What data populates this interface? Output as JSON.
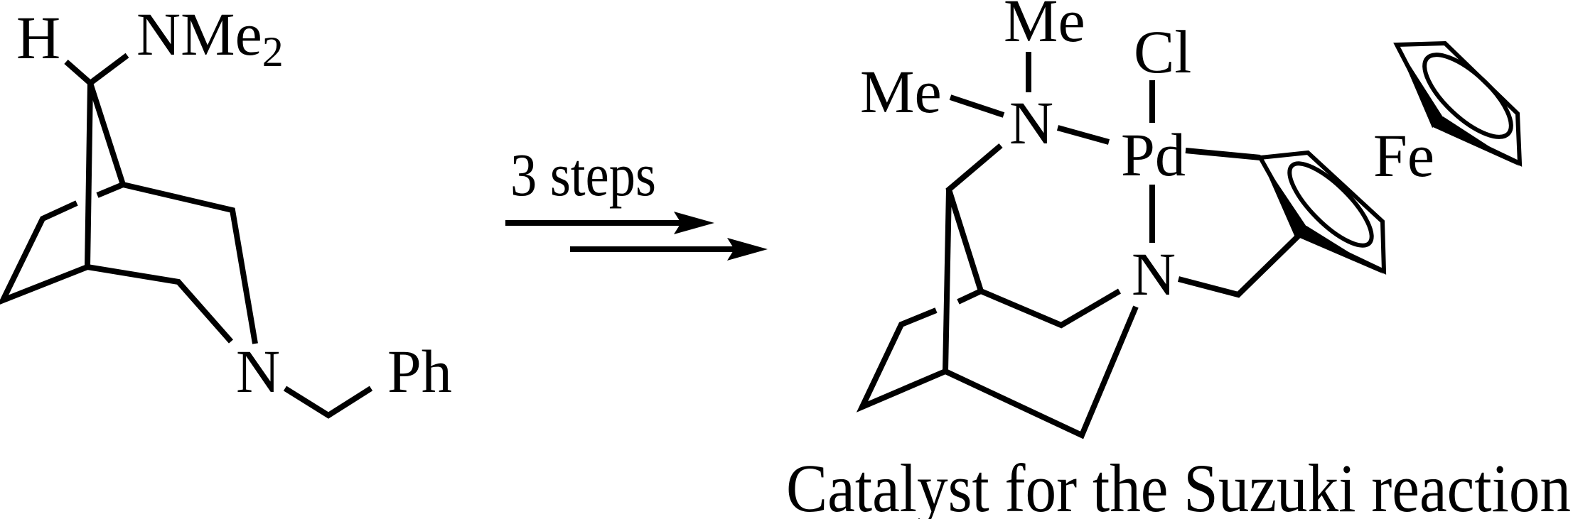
{
  "colors": {
    "ink": "#000000",
    "background": "#ffffff"
  },
  "reactant": {
    "h_label": "H",
    "nme_label": "NMe",
    "nme_subscript": "2",
    "n_label": "N",
    "ph_label": "Ph"
  },
  "arrow": {
    "label": "3 steps"
  },
  "product": {
    "me_top_label": "Me",
    "me_left_label": "Me",
    "n1_label": "N",
    "cl_label": "Cl",
    "pd_label": "Pd",
    "fe_label": "Fe",
    "n2_label": "N",
    "caption": "Catalyst for the Suzuki reaction"
  }
}
